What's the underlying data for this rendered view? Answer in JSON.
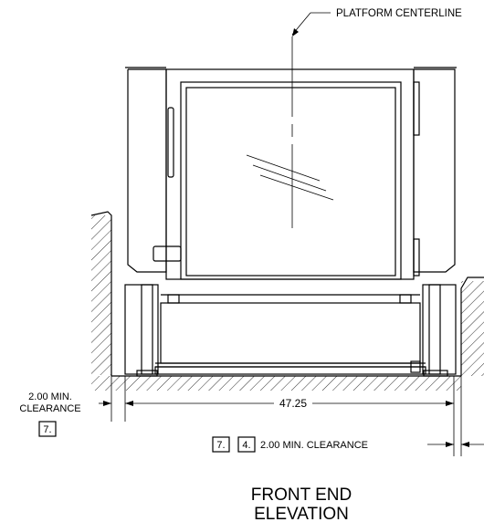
{
  "labels": {
    "platform_centerline": "PLATFORM CENTERLINE",
    "left_clearance_line1": "2.00 MIN.",
    "left_clearance_line2": "CLEARANCE",
    "left_note_box": "7.",
    "width_dim": "47.25",
    "bottom_note_box1": "7.",
    "bottom_note_box2": "4.",
    "bottom_clearance": "2.00 MIN. CLEARANCE",
    "title_line1": "FRONT END",
    "title_line2": "ELEVATION"
  }
}
